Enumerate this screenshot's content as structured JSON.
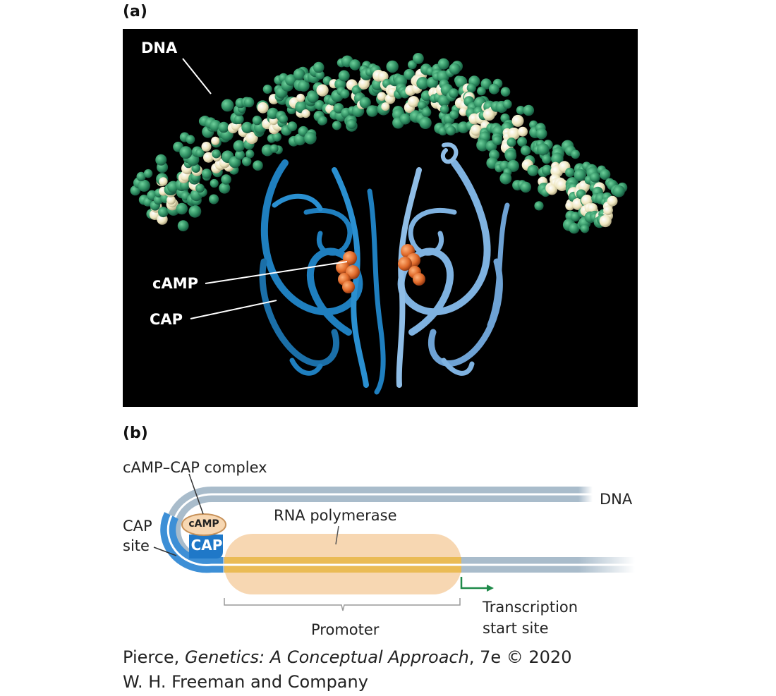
{
  "panel_a": {
    "label": "(a)",
    "labels": {
      "dna": "DNA",
      "camp": "cAMP",
      "cap": "CAP"
    }
  },
  "panel_b": {
    "label": "(b)",
    "complex_label": "cAMP–CAP complex",
    "dna_label": "DNA",
    "cap_site_line1": "CAP",
    "cap_site_line2": "site",
    "camp_oval": "cAMP",
    "cap_badge": "CAP",
    "polymerase_label": "RNA polymerase",
    "promoter_label": "Promoter",
    "tss_line1": "Transcription",
    "tss_line2": "start site"
  },
  "credit": {
    "line1_prefix": "Pierce, ",
    "line1_title": "Genetics: A Conceptual Approach",
    "line1_suffix": ", 7e © 2020",
    "line2": "W. H. Freeman and Company"
  },
  "colors": {
    "dna_backbone": "#2f8f62",
    "dna_bases": "#efe7c0",
    "cap_dark": "#1f7fbf",
    "cap_light": "#7fb2e0",
    "camp": "#e06a2a",
    "diagram_dna": "#a9bccb",
    "cap_site": "#3d8fd6",
    "polymerase": "#f7d7b2",
    "promoter": "#e8b84a",
    "tss_arrow": "#1f8a4a"
  }
}
